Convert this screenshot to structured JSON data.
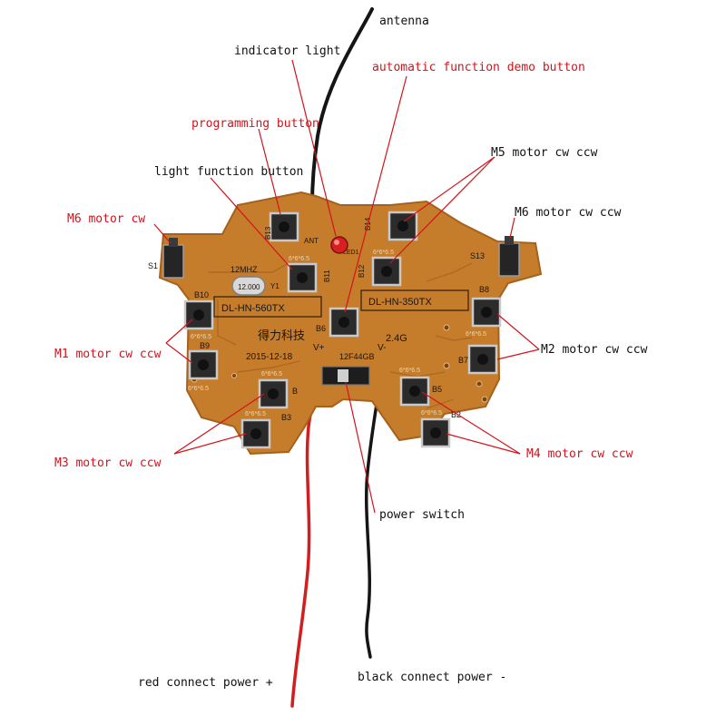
{
  "colors": {
    "pcb": "#c57d2c",
    "pcb_edge": "#a6611c",
    "pcb_dark": "#8f5318",
    "button_body": "#2b2b2b",
    "button_frame": "#c9c9c9",
    "label_red": "#d4121b",
    "label_black": "#111111",
    "wire_red": "#d11e1e",
    "wire_black": "#151515"
  },
  "labels": {
    "antenna": "antenna",
    "indicator_light": "indicator light",
    "automatic_demo": "automatic function demo button",
    "programming": "programming button",
    "light_function": "light function button",
    "m5": "M5 motor cw ccw",
    "m6_left": "M6 motor cw",
    "m6_right": "M6 motor cw ccw",
    "m1": "M1 motor cw ccw",
    "m2": "M2 motor cw ccw",
    "m3": "M3 motor cw ccw",
    "m4": "M4 motor cw ccw",
    "power_switch": "power switch",
    "red_power": "red connect power +",
    "black_power": "black connect power -"
  },
  "board": {
    "crystal_freq": "12MHZ",
    "model_left": "DL-HN-560TX",
    "model_right": "DL-HN-350TX",
    "brand_cn": "得力科技",
    "date": "2015-12-18",
    "band": "2.4G",
    "chip": "12F44GB",
    "v_plus": "V+",
    "v_minus": "V-",
    "ant": "ANT",
    "led": "LED1",
    "y1": "Y1",
    "button_size": "6*6*6.5",
    "refs": {
      "b10": "B10",
      "b9": "B9",
      "b13": "B13",
      "b11": "B11",
      "b6": "B6",
      "b12": "B12",
      "b14": "B14",
      "b8": "B8",
      "b7": "B7",
      "b5": "B5",
      "b3": "B3",
      "b2": "B2",
      "b1": "B",
      "s1": "S1",
      "s13": "S13"
    }
  }
}
